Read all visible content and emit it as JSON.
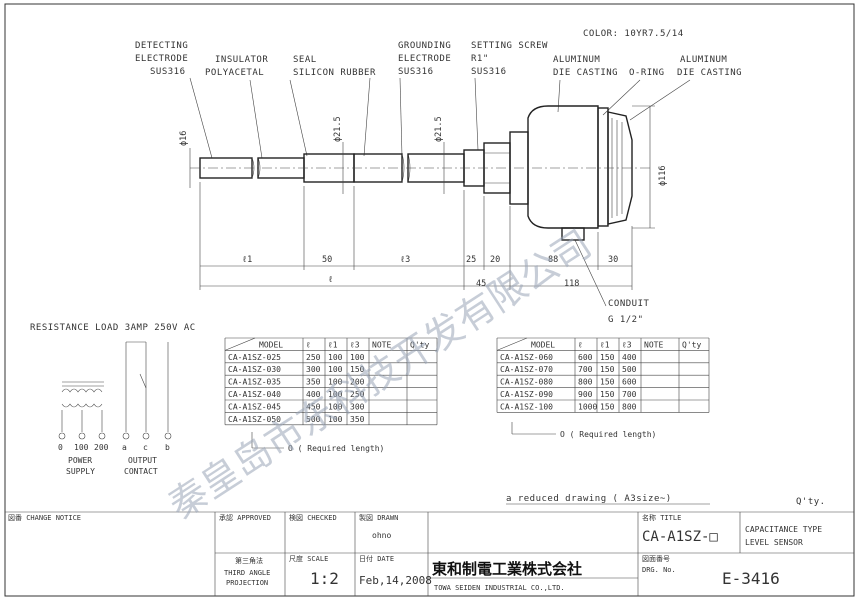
{
  "color_note": "COLOR: 10YR7.5/14",
  "part_labels": [
    {
      "name": "detecting-electrode",
      "lines": [
        "DETECTING",
        "ELECTRODE",
        "SUS316"
      ]
    },
    {
      "name": "insulator",
      "lines": [
        "INSULATOR",
        "POLYACETAL"
      ]
    },
    {
      "name": "seal",
      "lines": [
        "SEAL",
        "SILICON RUBBER"
      ]
    },
    {
      "name": "grounding-electrode",
      "lines": [
        "GROUNDING",
        "ELECTRODE",
        "SUS316"
      ]
    },
    {
      "name": "setting-screw",
      "lines": [
        "SETTING SCREW",
        "R1\"",
        "SUS316"
      ]
    },
    {
      "name": "aluminum-die-casting-1",
      "lines": [
        "ALUMINUM",
        "DIE CASTING"
      ]
    },
    {
      "name": "o-ring",
      "lines": [
        "O-RING"
      ]
    },
    {
      "name": "aluminum-die-casting-2",
      "lines": [
        "ALUMINUM",
        "DIE CASTING"
      ]
    }
  ],
  "dimensions": {
    "phi16": "ϕ16",
    "phi215a": "ϕ21.5",
    "phi215b": "ϕ21.5",
    "phi116": "ϕ116",
    "l1": "ℓ1",
    "d50": "50",
    "l3": "ℓ3",
    "d25": "25",
    "d20": "20",
    "d88": "88",
    "d30": "30",
    "l": "ℓ",
    "d45": "45",
    "d118": "118"
  },
  "conduit": [
    "CONDUIT",
    "G 1/2\""
  ],
  "resistance_load": "RESISTANCE LOAD 3AMP 250V AC",
  "terminals": [
    "0",
    "100",
    "200",
    "a",
    "c",
    "b"
  ],
  "power_supply": [
    "POWER",
    "SUPPLY"
  ],
  "output_contact": [
    "OUTPUT",
    "CONTACT"
  ],
  "table_headers": [
    "MODEL",
    "ℓ",
    "ℓ1",
    "ℓ3",
    "NOTE",
    "Q'ty"
  ],
  "table_left": [
    [
      "CA-A1SZ-025",
      "250",
      "100",
      "100"
    ],
    [
      "CA-A1SZ-030",
      "300",
      "100",
      "150"
    ],
    [
      "CA-A1SZ-035",
      "350",
      "100",
      "200"
    ],
    [
      "CA-A1SZ-040",
      "400",
      "100",
      "250"
    ],
    [
      "CA-A1SZ-045",
      "450",
      "100",
      "300"
    ],
    [
      "CA-A1SZ-050",
      "500",
      "100",
      "350"
    ]
  ],
  "table_right": [
    [
      "CA-A1SZ-060",
      "600",
      "150",
      "400"
    ],
    [
      "CA-A1SZ-070",
      "700",
      "150",
      "500"
    ],
    [
      "CA-A1SZ-080",
      "800",
      "150",
      "600"
    ],
    [
      "CA-A1SZ-090",
      "900",
      "150",
      "700"
    ],
    [
      "CA-A1SZ-100",
      "1000",
      "150",
      "800"
    ]
  ],
  "required_note_left": "O ( Required length)",
  "required_note_right": "O ( Required length)",
  "reduced_drawing": "a reduced drawing ( A3size~)",
  "qty": "Q'ty.",
  "title_block": {
    "change_notice": "図番 CHANGE NOTICE",
    "approved": "承認 APPROVED",
    "checked": "検図 CHECKED",
    "drawn": "製図 DRAWN",
    "drawn_by": "ohno",
    "projection_jp": "第三角法",
    "projection": [
      "THIRD ANGLE",
      "PROJECTION"
    ],
    "scale_label": "尺度 SCALE",
    "scale": "1:2",
    "date_label": "日付 DATE",
    "date": "Feb,14,2008",
    "company_jp": "東和制電工業株式会社",
    "company_en": "TOWA SEIDEN INDUSTRIAL CO.,LTD.",
    "title_label": "名称 TITLE",
    "title_model": "CA-A1SZ-□",
    "title_desc": [
      "CAPACITANCE TYPE",
      "LEVEL SENSOR"
    ],
    "drg_label": "図面番号",
    "drg_no": "DRG. No.",
    "drawing_number": "E-3416"
  },
  "watermark": "秦皇岛市东科技开发有限公司"
}
